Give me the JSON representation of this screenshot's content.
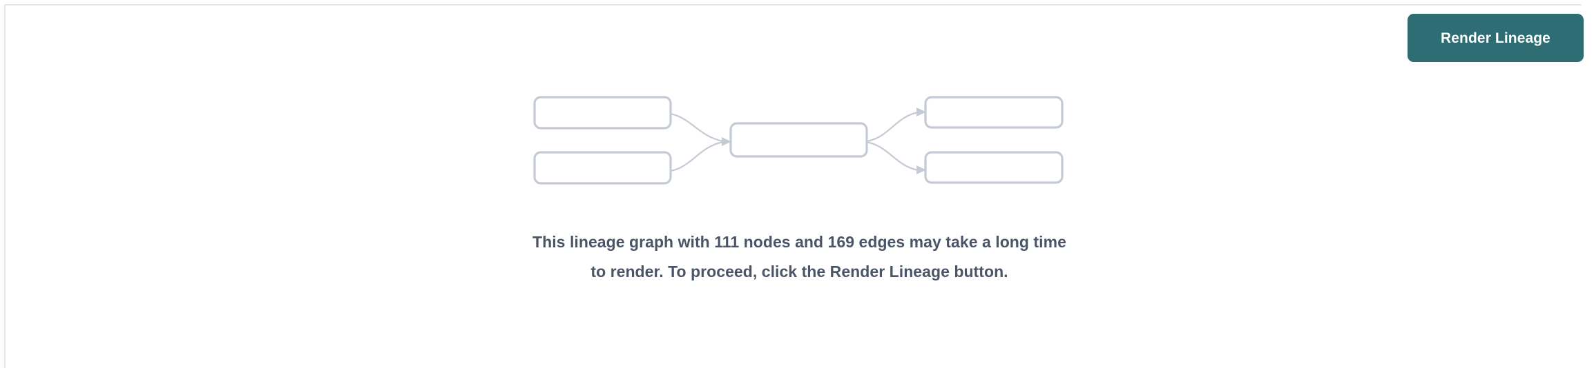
{
  "page": {
    "background_color": "#ffffff",
    "border_color": "#E3E6EA"
  },
  "toolbar": {
    "render_lineage_label": "Render Lineage",
    "accent_color": "#2E6D73",
    "accent_text_color": "#ffffff"
  },
  "placeholder_graph": {
    "stroke_color": "#C5CBD4",
    "node_count_shown": 5,
    "edge_count_shown": 4,
    "nodes": [
      {
        "id": "left-top",
        "label": ""
      },
      {
        "id": "left-bottom",
        "label": ""
      },
      {
        "id": "center",
        "label": ""
      },
      {
        "id": "right-top",
        "label": ""
      },
      {
        "id": "right-bottom",
        "label": ""
      }
    ],
    "edges": [
      {
        "from": "left-top",
        "to": "center"
      },
      {
        "from": "left-bottom",
        "to": "center"
      },
      {
        "from": "center",
        "to": "right-top"
      },
      {
        "from": "center",
        "to": "right-bottom"
      }
    ]
  },
  "message": {
    "text": "This lineage graph with 111 nodes and 169 edges may take a long time to render. To proceed, click the Render Lineage button.",
    "node_count": 111,
    "edge_count": 169,
    "text_color": "#4A5568"
  }
}
